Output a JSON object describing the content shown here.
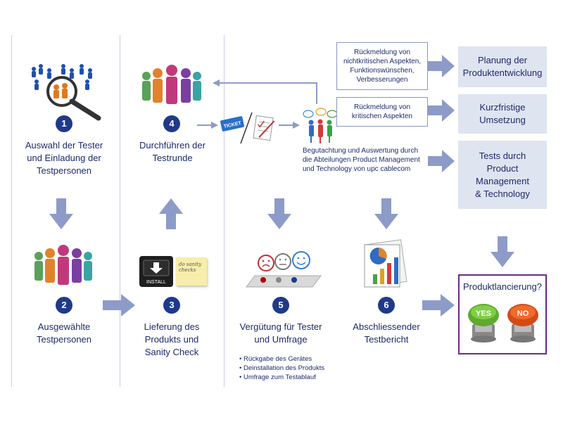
{
  "steps": [
    {
      "number": "1",
      "label": "Auswahl der Tester und Einladung der Testpersonen"
    },
    {
      "number": "2",
      "label": "Ausgewählte Testpersonen"
    },
    {
      "number": "3",
      "label": "Lieferung des Produkts und Sanity Check"
    },
    {
      "number": "4",
      "label": "Durchführen der Testrunde"
    },
    {
      "number": "5",
      "label": "Vergütung für Tester und Umfrage"
    },
    {
      "number": "6",
      "label": "Abschliessender Testbericht"
    }
  ],
  "step5_bullets": [
    "Rückgabe des Gerätes",
    "Deinstallation des Produkts",
    "Umfrage zum Testablauf"
  ],
  "feedback": [
    {
      "text": "Rückmeldung von nichtkritischen Aspekten, Funktionswünschen, Verbesserungen",
      "target": "Planung der Produktentwicklung"
    },
    {
      "text": "Rückmeldung von kritischen Aspekten",
      "target": "Kurzfristige Umsetzung"
    }
  ],
  "review_text": "Begutachtung und Auswertung durch die Abteilungen Product Management und Technology von upc cablecom",
  "tests_box": "Tests durch Product Management & Technology",
  "launch": {
    "title": "Produktlancierung?",
    "yes": "YES",
    "no": "NO"
  },
  "icons": {
    "install_label": "INSTALL",
    "sticky_note": "do sanity checks",
    "ticket_label": "TICKET"
  },
  "colors": {
    "navy": "#1f3a8a",
    "arrow": "#8d9bc8",
    "box": "#dfe4f1",
    "launch_border": "#6b2c82"
  }
}
